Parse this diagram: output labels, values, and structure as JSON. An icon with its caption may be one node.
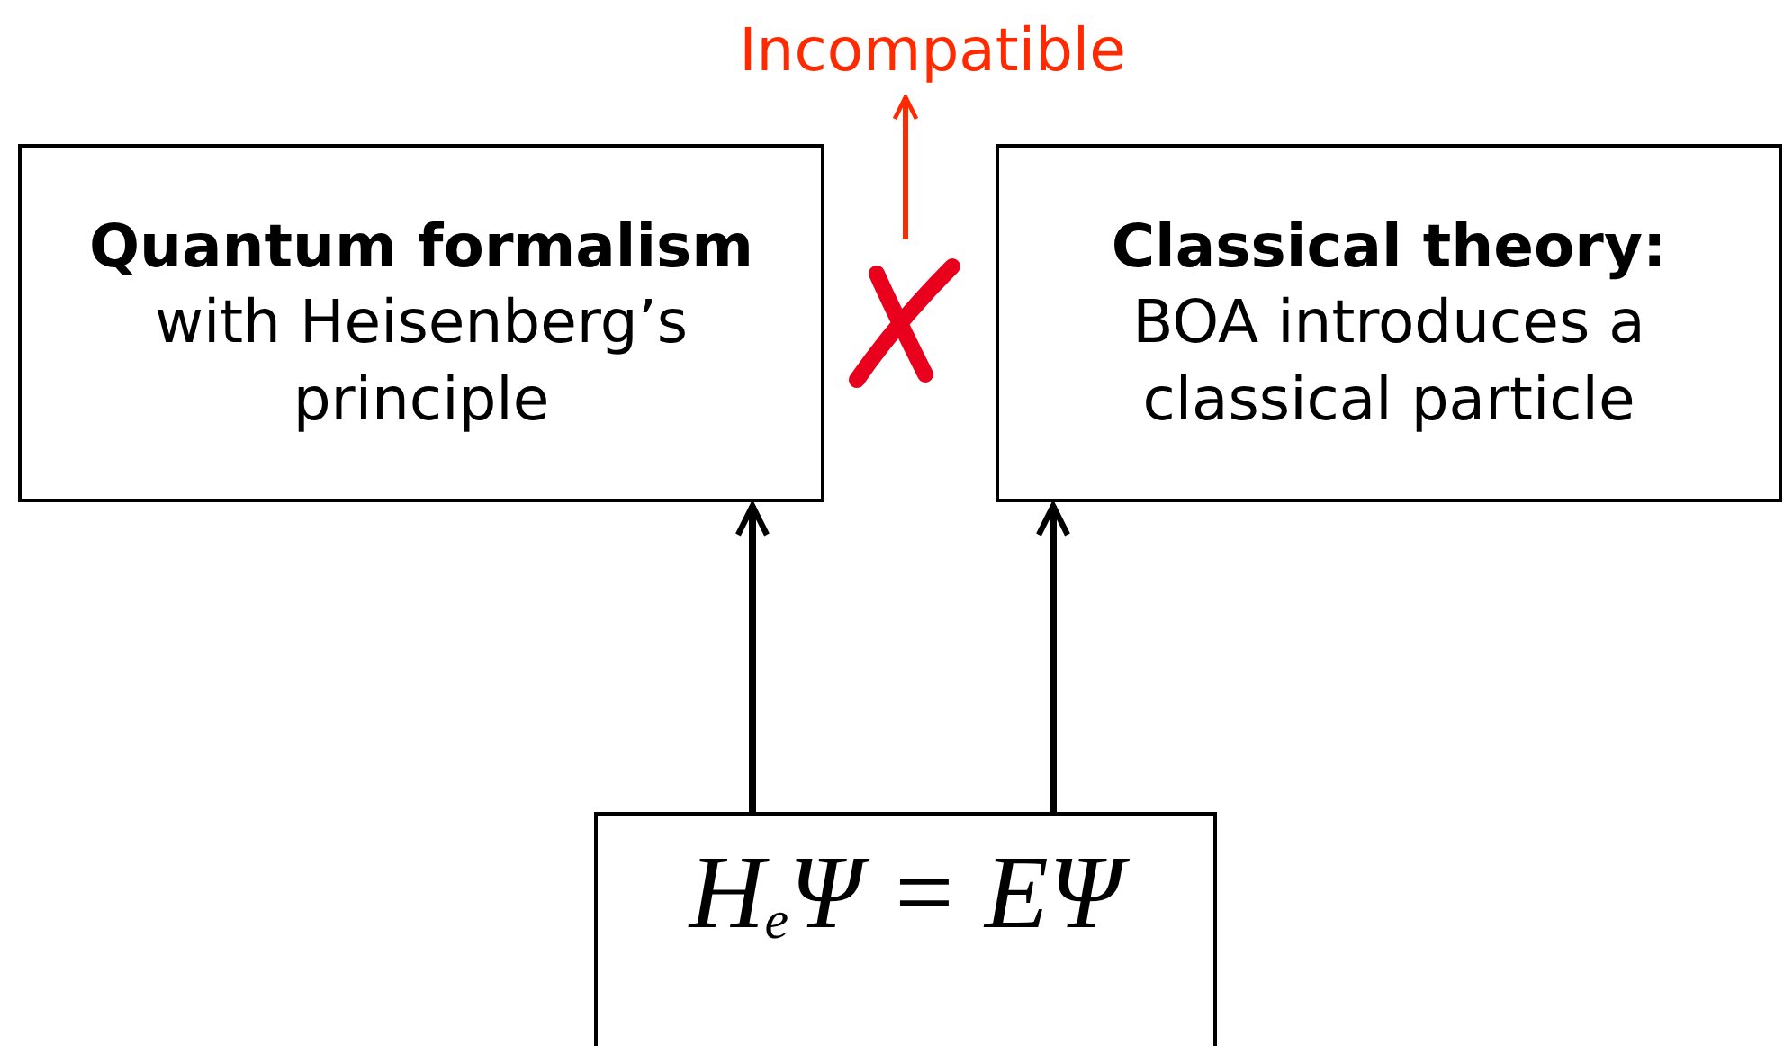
{
  "diagram": {
    "nodes": [
      {
        "text": [
          "Quantum formalism",
          "with Heisenberg’s principle"
        ]
      },
      {
        "text": [
          "Classical theory:",
          "BOA introduces a classical particle"
        ]
      },
      {
        "text": [
          "H$_{e}$Ψ = EΨ"
        ]
      },
      {
        "text": [
          "Incompatible"
        ]
      }
    ],
    "edges": [
      {
        "from": 2,
        "to": 0,
        "arrow": "to"
      },
      {
        "from": 2,
        "to": 1,
        "arrow": "to"
      },
      {
        "from": null,
        "to": 3,
        "arrow": "to",
        "color": "#ff2a00"
      }
    ]
  }
}
